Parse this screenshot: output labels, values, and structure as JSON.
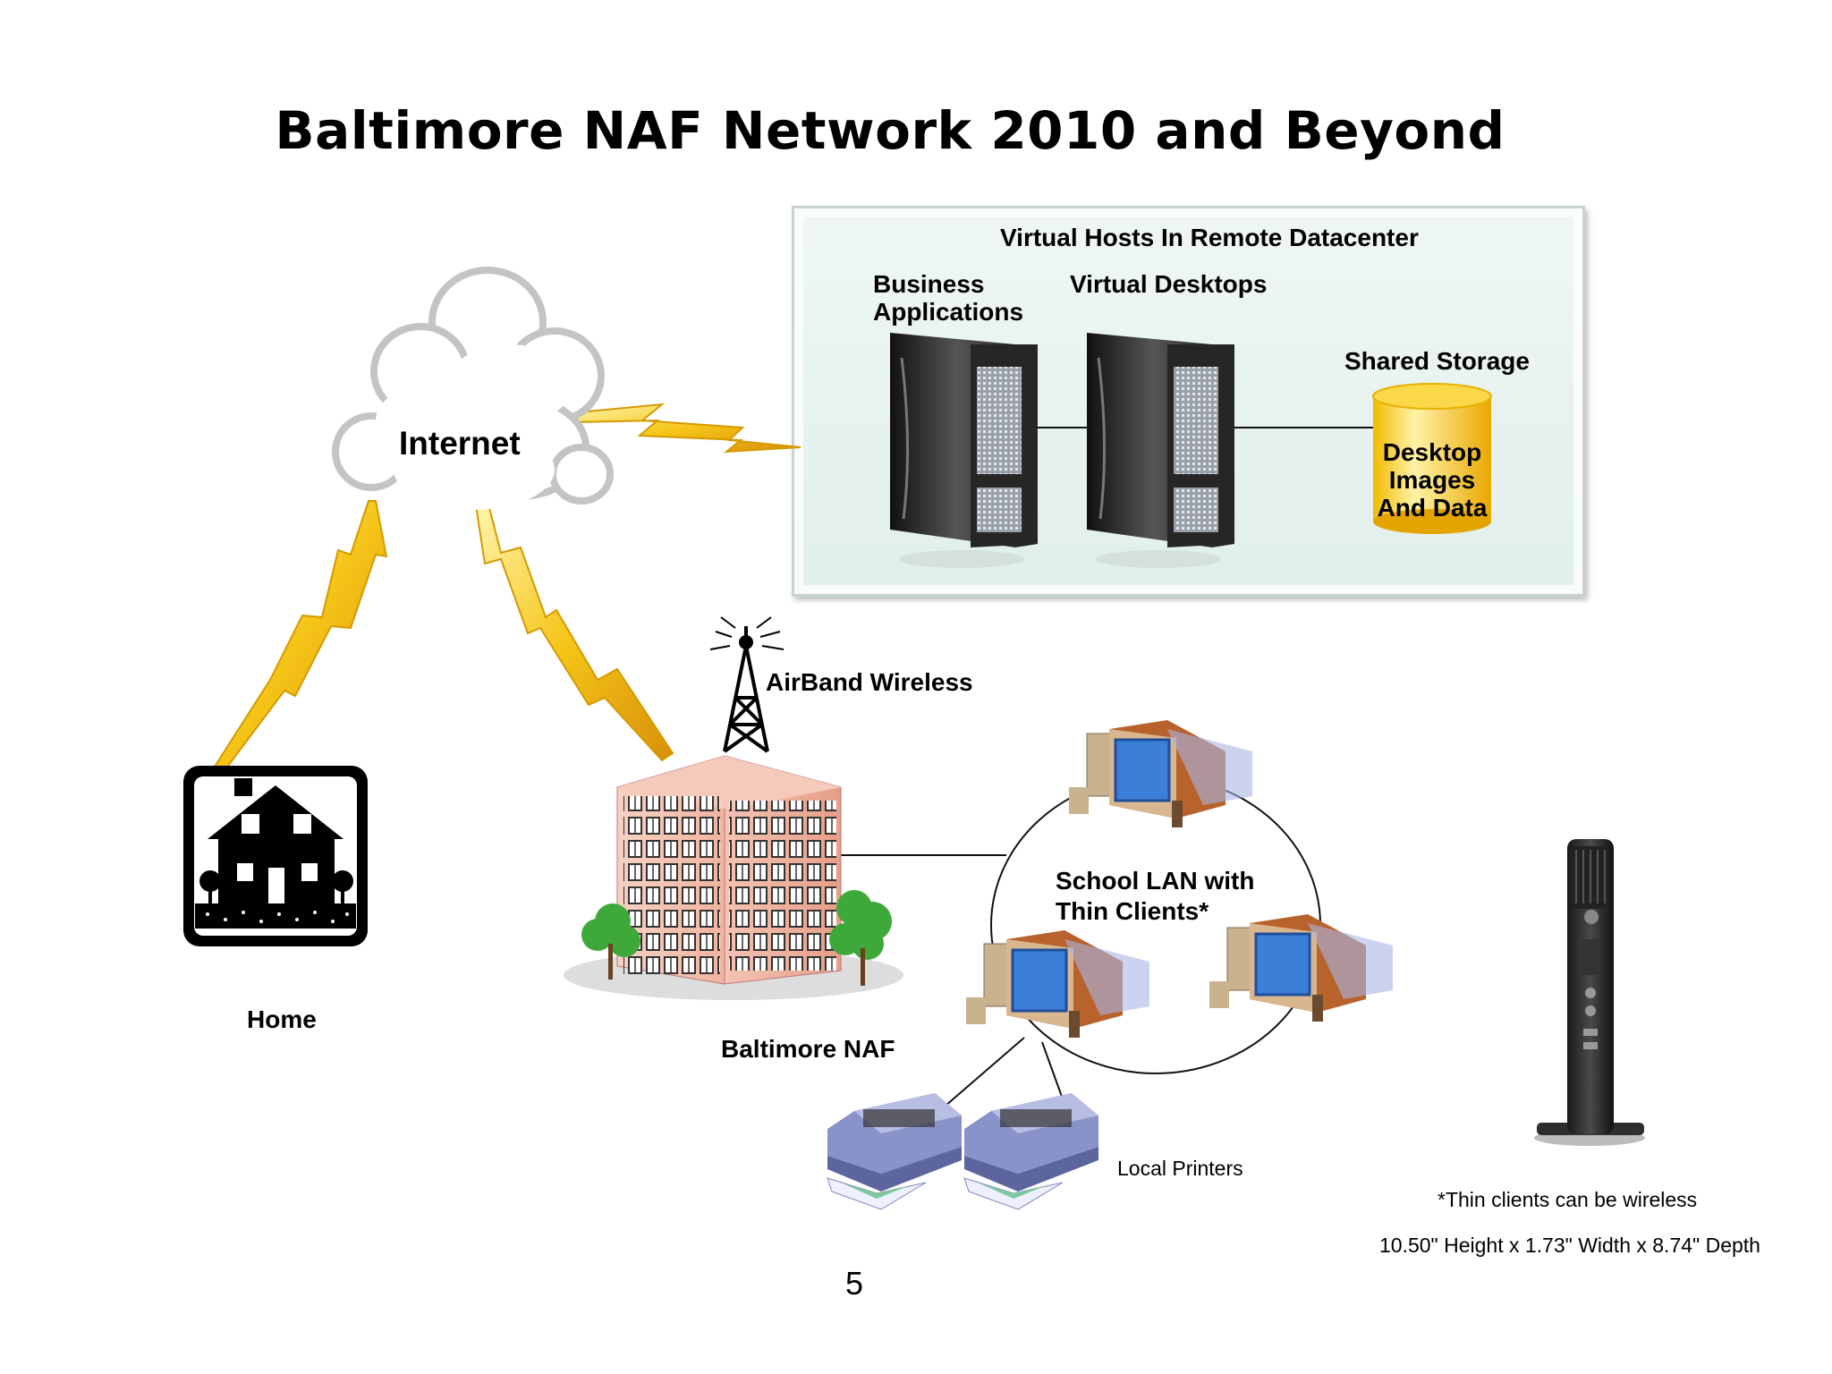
{
  "title": "Baltimore NAF Network 2010 and Beyond",
  "datacenter": {
    "heading": "Virtual Hosts In Remote Datacenter",
    "business_apps_line1": "Business",
    "business_apps_line2": "Applications",
    "virtual_desktops": "Virtual Desktops",
    "shared_storage": "Shared Storage",
    "storage_line1": "Desktop",
    "storage_line2": "Images",
    "storage_line3": "And Data"
  },
  "internet": "Internet",
  "airband": "AirBand Wireless",
  "home": "Home",
  "naf": "Baltimore NAF",
  "lan_line1": "School LAN with",
  "lan_line2": "Thin Clients*",
  "printers": "Local Printers",
  "note_wireless": "*Thin clients can be wireless",
  "dimensions": "10.50\" Height x 1.73\" Width x 8.74\" Depth",
  "page_number": "5",
  "colors": {
    "bolt": "#f5c518",
    "storage": "#f7c600",
    "server": "#2d2d2d",
    "building": "#f2b9a6",
    "monitor_screen": "#3b7fd9"
  }
}
